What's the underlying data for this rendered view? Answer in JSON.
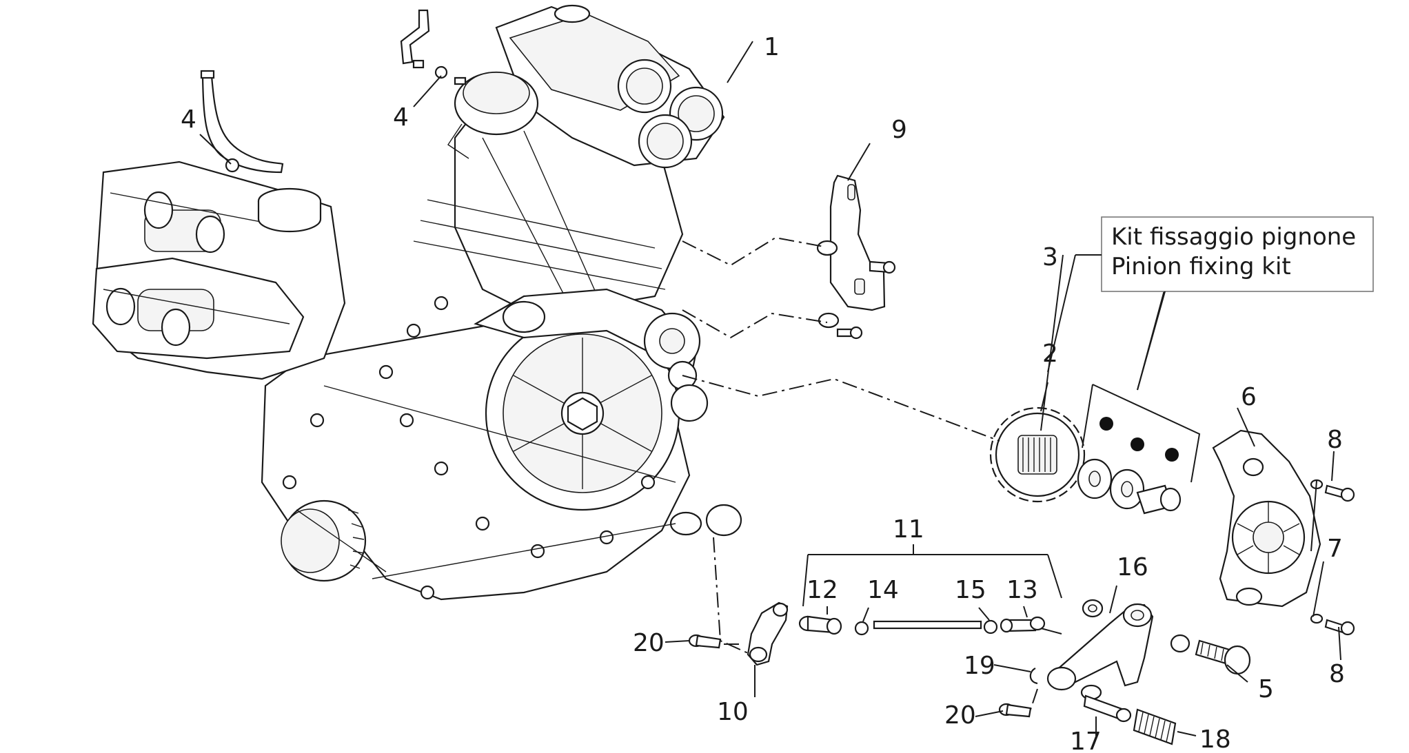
{
  "kit_box": {
    "line1": "Kit fissaggio pignone",
    "line2": "Pinion fixing kit"
  },
  "callouts": {
    "c1": "1",
    "c2": "2",
    "c3": "3",
    "c4a": "4",
    "c4b": "4",
    "c5": "5",
    "c6": "6",
    "c7": "7",
    "c8a": "8",
    "c8b": "8",
    "c9": "9",
    "c10": "10",
    "c11": "11",
    "c12": "12",
    "c13": "13",
    "c14": "14",
    "c15": "15",
    "c16": "16",
    "c17": "17",
    "c18": "18",
    "c19": "19",
    "c20a": "20",
    "c20b": "20"
  }
}
